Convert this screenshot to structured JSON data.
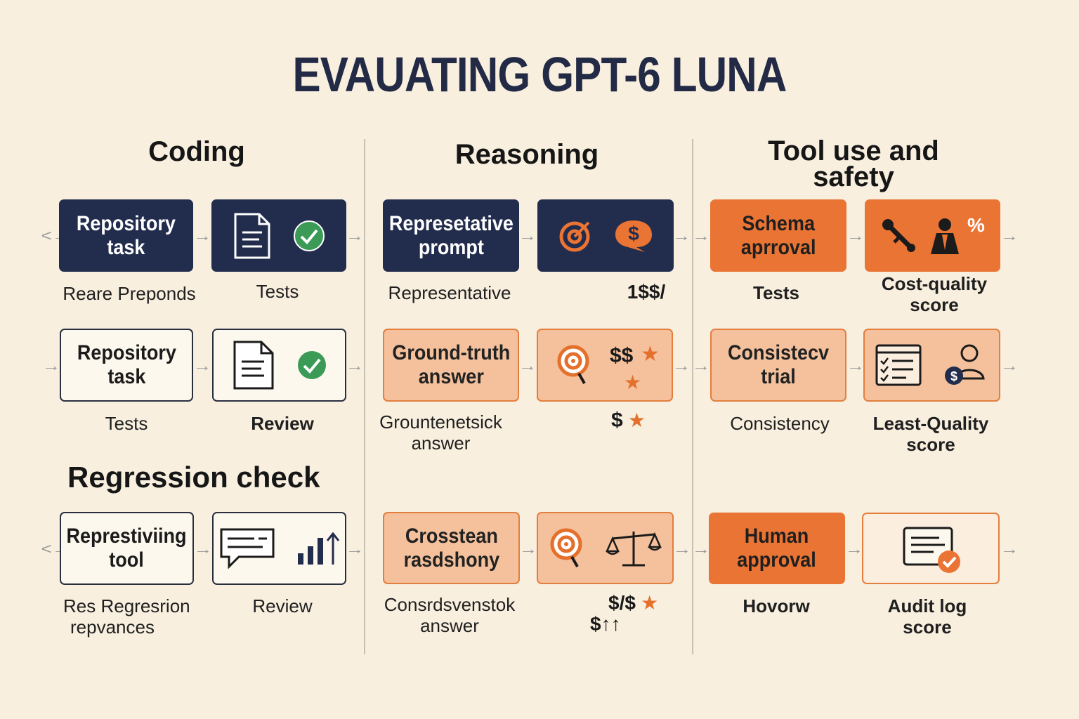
{
  "title": "EVAUATING GPT-6 LUNA",
  "columns": [
    {
      "heading": "Coding"
    },
    {
      "heading": "Reasoning"
    },
    {
      "heading_line1": "Tool use and",
      "heading_line2": "safety"
    }
  ],
  "section_label": "Regression check",
  "coding": {
    "r1": {
      "box1_l1": "Repository",
      "box1_l2": "task",
      "cap1": "Reare Preponds",
      "cap2": "Tests"
    },
    "r2": {
      "box1_l1": "Repository",
      "box1_l2": "task",
      "cap1": "Tests",
      "cap2": "Review"
    },
    "r3": {
      "box1_l1": "Represtiviing",
      "box1_l2": "tool",
      "cap1_l1": "Res Regresrion",
      "cap1_l2": "repvances",
      "cap2": "Review"
    }
  },
  "reasoning": {
    "r1": {
      "box1_l1": "Represetative",
      "box1_l2": "prompt",
      "cap1": "Representative",
      "cap2": "1$$/",
      "icon_dollar": "$"
    },
    "r2": {
      "box1_l1": "Ground-truth",
      "box1_l2": "answer",
      "cap1_l1": "Grountenetsick",
      "cap1_l2": "answer",
      "cap2_dollar": "$",
      "icon_dollars": "$$"
    },
    "r3": {
      "box1_l1": "Crosstean",
      "box1_l2": "rasdshony",
      "cap1_l1": "Consrdsvenstok",
      "cap1_l2": "answer",
      "cap2_l1": "$/$",
      "cap2_l2": "$↑↑"
    }
  },
  "tools": {
    "r1": {
      "box1_l1": "Schema",
      "box1_l2": "aprroval",
      "cap1": "Tests",
      "cap2_l1": "Cost-quality",
      "cap2_l2": "score",
      "icon_percent": "%"
    },
    "r2": {
      "box1_l1": "Consistecv",
      "box1_l2": "trial",
      "cap1": "Consistency",
      "cap2_l1": "Least-Quality",
      "cap2_l2": "score"
    },
    "r3": {
      "box1_l1": "Human",
      "box1_l2": "approval",
      "cap1": "Hovorw",
      "cap2_l1": "Audit log",
      "cap2_l2": "score"
    }
  },
  "colors": {
    "background": "#f8efdf",
    "navy": "#222c4d",
    "orange": "#ea7433",
    "peach": "#f4c19c",
    "green_check": "#3a9a56"
  },
  "icons": [
    "document-icon",
    "check-icon",
    "target-icon",
    "speech-bubble-dollar-icon",
    "star-icon",
    "wrench-icon",
    "person-icon",
    "checklist-icon",
    "scale-icon",
    "chat-icon",
    "bar-chart-icon",
    "audit-log-icon"
  ]
}
